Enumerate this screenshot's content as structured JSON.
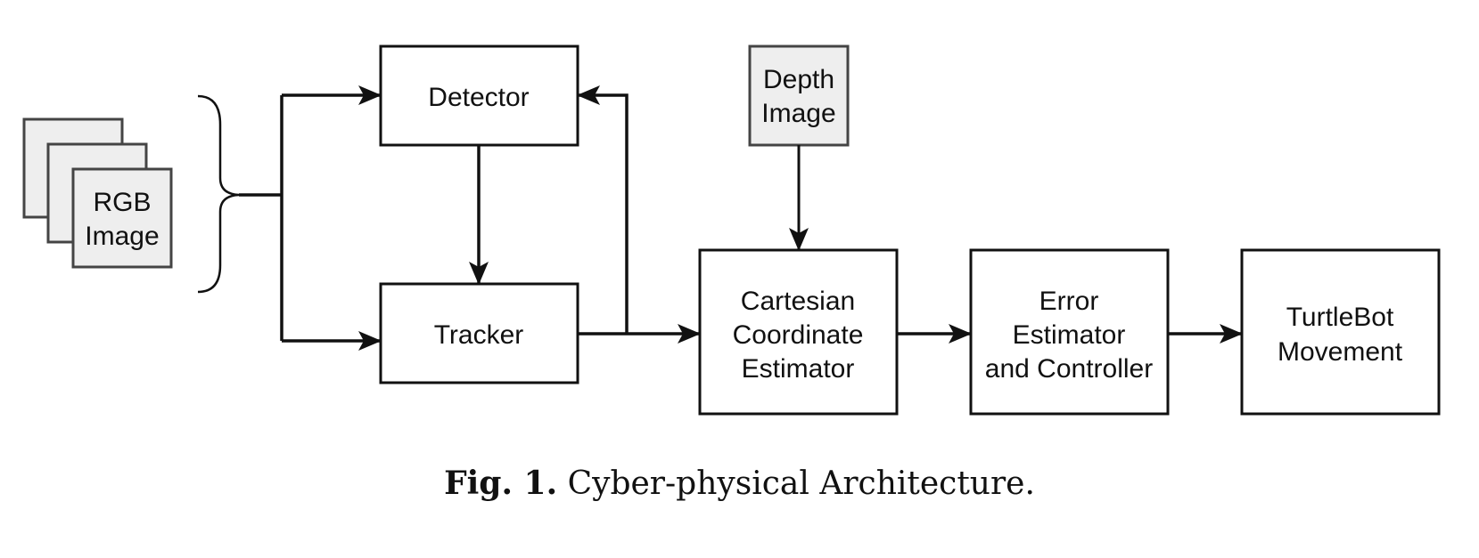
{
  "diagram": {
    "nodes": {
      "rgb_image": {
        "lines": [
          "RGB",
          "Image"
        ]
      },
      "detector": {
        "lines": [
          "Detector"
        ]
      },
      "tracker": {
        "lines": [
          "Tracker"
        ]
      },
      "depth_image": {
        "lines": [
          "Depth",
          "Image"
        ]
      },
      "cartesian": {
        "lines": [
          "Cartesian",
          "Coordinate",
          "Estimator"
        ]
      },
      "error": {
        "lines": [
          "Error",
          "Estimator",
          "and Controller"
        ]
      },
      "turtlebot": {
        "lines": [
          "TurtleBot",
          "Movement"
        ]
      }
    },
    "colors": {
      "stroke": "#111111",
      "image_fill": "#eeeeee",
      "box_fill": "#ffffff"
    }
  },
  "caption": {
    "label": "Fig. 1.",
    "text": "Cyber-physical Architecture."
  }
}
